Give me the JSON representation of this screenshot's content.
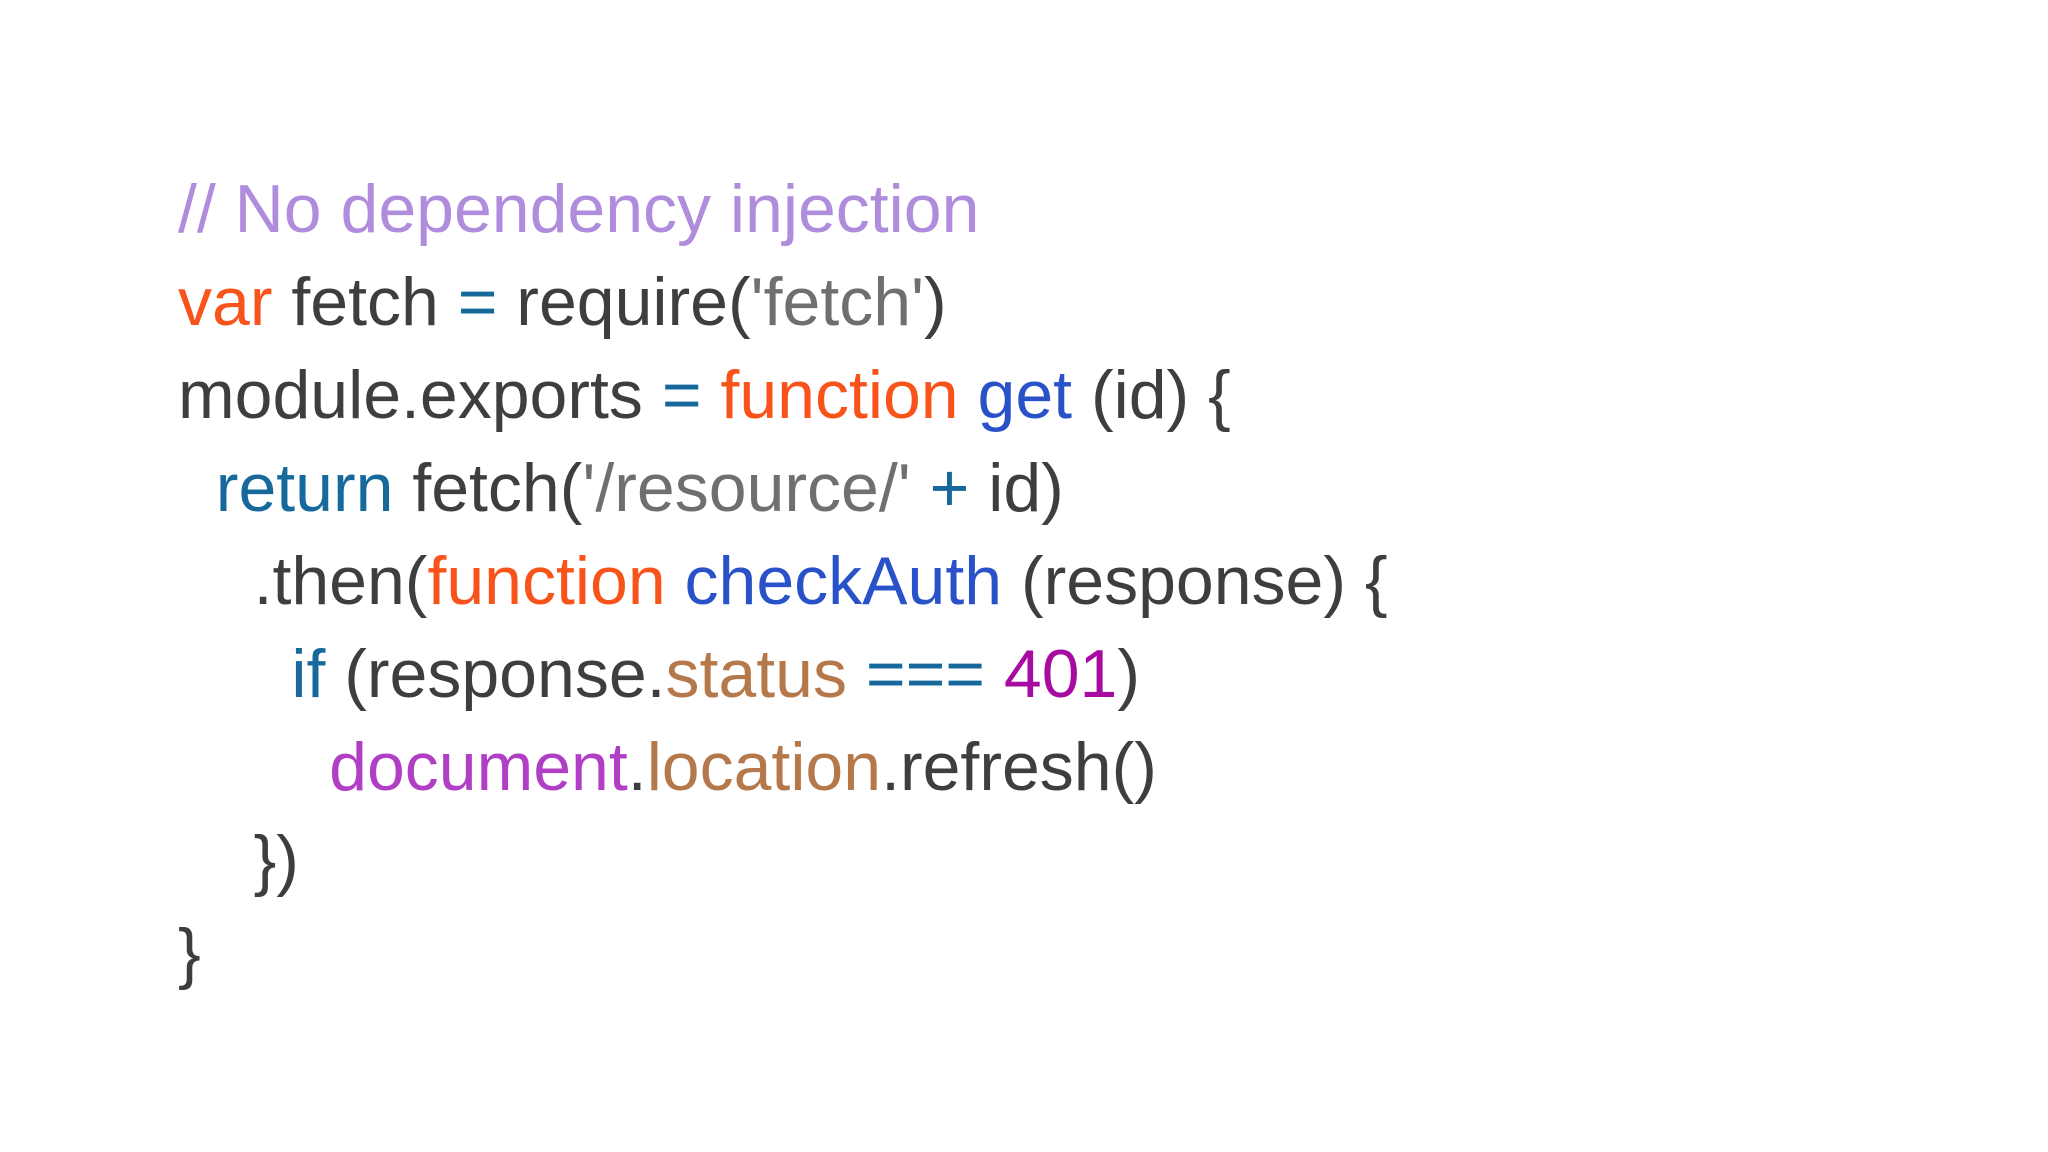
{
  "slide": {
    "background_color": "#ffffff",
    "text_default_color": "#3e3e3e"
  },
  "syntax_colors": {
    "comment": "#b08cdd",
    "keyword": "#f8531a",
    "plain": "#3e3e3e",
    "operator_keyword": "#17699c",
    "function_name": "#2a52c8",
    "string": "#6f6f6f",
    "property": "#b5784a",
    "number": "#a70ba0",
    "global_object": "#b03fc6"
  },
  "code": {
    "language": "javascript",
    "lines": [
      {
        "tokens": [
          {
            "text": "// No dependency injection",
            "color": "comment"
          }
        ]
      },
      {
        "tokens": [
          {
            "text": "var",
            "color": "keyword"
          },
          {
            "text": " fetch ",
            "color": "plain"
          },
          {
            "text": "=",
            "color": "operator_keyword"
          },
          {
            "text": " require(",
            "color": "plain"
          },
          {
            "text": "'fetch'",
            "color": "string"
          },
          {
            "text": ")",
            "color": "plain"
          }
        ]
      },
      {
        "tokens": [
          {
            "text": "module.exports ",
            "color": "plain"
          },
          {
            "text": "=",
            "color": "operator_keyword"
          },
          {
            "text": " ",
            "color": "plain"
          },
          {
            "text": "function",
            "color": "keyword"
          },
          {
            "text": " ",
            "color": "plain"
          },
          {
            "text": "get",
            "color": "function_name"
          },
          {
            "text": " (id) {",
            "color": "plain"
          }
        ]
      },
      {
        "tokens": [
          {
            "text": "  ",
            "color": "plain"
          },
          {
            "text": "return",
            "color": "operator_keyword"
          },
          {
            "text": " fetch(",
            "color": "plain"
          },
          {
            "text": "'/resource/'",
            "color": "string"
          },
          {
            "text": " ",
            "color": "plain"
          },
          {
            "text": "+",
            "color": "operator_keyword"
          },
          {
            "text": " id)",
            "color": "plain"
          }
        ]
      },
      {
        "tokens": [
          {
            "text": "    .then(",
            "color": "plain"
          },
          {
            "text": "function",
            "color": "keyword"
          },
          {
            "text": " ",
            "color": "plain"
          },
          {
            "text": "checkAuth",
            "color": "function_name"
          },
          {
            "text": " (response) {",
            "color": "plain"
          }
        ]
      },
      {
        "tokens": [
          {
            "text": "      ",
            "color": "plain"
          },
          {
            "text": "if",
            "color": "operator_keyword"
          },
          {
            "text": " (response.",
            "color": "plain"
          },
          {
            "text": "status",
            "color": "property"
          },
          {
            "text": " ",
            "color": "plain"
          },
          {
            "text": "===",
            "color": "operator_keyword"
          },
          {
            "text": " ",
            "color": "plain"
          },
          {
            "text": "401",
            "color": "number"
          },
          {
            "text": ")",
            "color": "plain"
          }
        ]
      },
      {
        "tokens": [
          {
            "text": "        ",
            "color": "plain"
          },
          {
            "text": "document",
            "color": "global_object"
          },
          {
            "text": ".",
            "color": "plain"
          },
          {
            "text": "location",
            "color": "property"
          },
          {
            "text": ".refresh()",
            "color": "plain"
          }
        ]
      },
      {
        "tokens": [
          {
            "text": "    })",
            "color": "plain"
          }
        ]
      },
      {
        "tokens": [
          {
            "text": "}",
            "color": "plain"
          }
        ]
      }
    ]
  }
}
